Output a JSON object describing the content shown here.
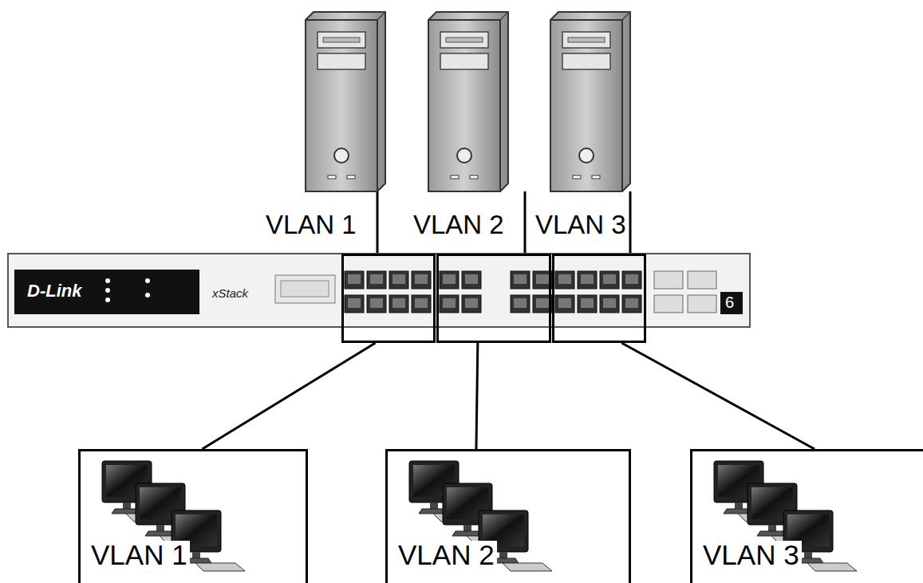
{
  "diagram": {
    "nodes": [
      {
        "text": [
          "VLAN 1"
        ]
      },
      {
        "text": [
          "VLAN 2"
        ]
      },
      {
        "text": [
          "VLAN 3"
        ]
      },
      {
        "text": [
          "VLAN 1"
        ]
      },
      {
        "text": [
          "VLAN 2"
        ]
      },
      {
        "text": [
          "VLAN 3"
        ]
      }
    ],
    "edges": [
      {
        "from": 0,
        "to": 3,
        "arrow": "none"
      },
      {
        "from": 1,
        "to": 4,
        "arrow": "none"
      },
      {
        "from": 2,
        "to": 5,
        "arrow": "none"
      }
    ],
    "labels": [
      "D-Link",
      "xStack",
      "6"
    ]
  }
}
